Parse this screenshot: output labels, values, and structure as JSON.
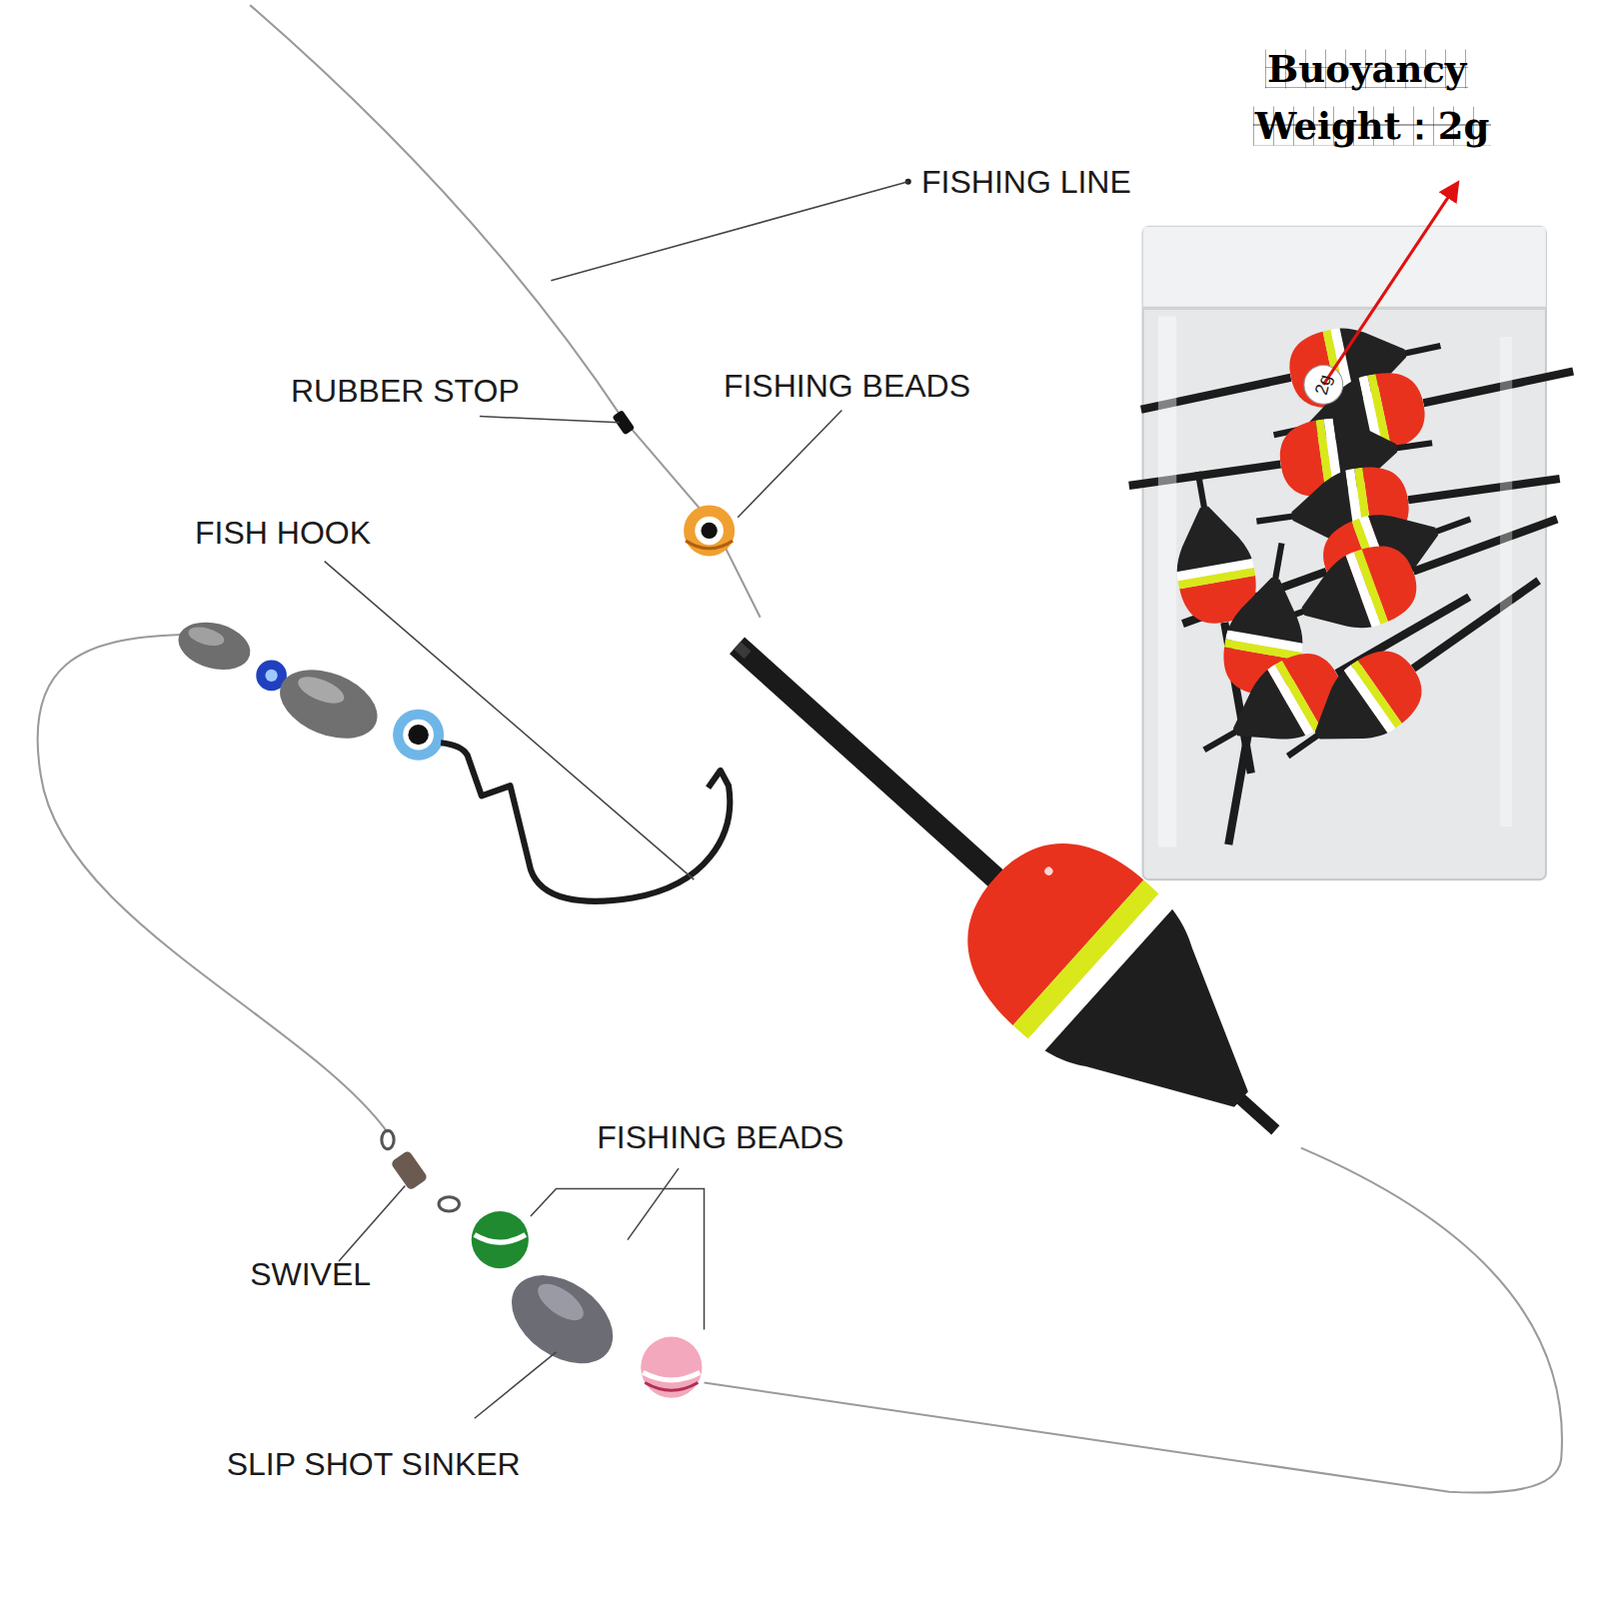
{
  "diagram": {
    "labels": [
      "Buoyancy",
      "Weight：2g",
      "FISHING LINE",
      "2g",
      "RUBBER STOP",
      "FISHING BEADS",
      "FISH HOOK",
      "FISHING BEADS",
      "SWIVEL",
      "SLIP SHOT SINKER"
    ]
  }
}
